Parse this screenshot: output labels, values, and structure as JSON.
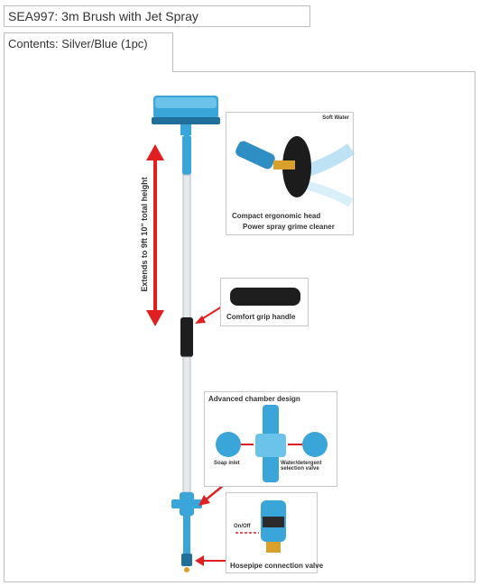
{
  "header": {
    "title": "SEA997: 3m Brush with Jet Spray",
    "contents": "Contents: Silver/Blue (1pc)"
  },
  "annotations": {
    "extends": "Extends to 9ft 10\" total height",
    "head_corner": "Soft Water",
    "head_line1": "Compact ergonomic head",
    "head_line2": "Power spray grime cleaner",
    "grip": "Comfort grip handle",
    "chamber_title": "Advanced chamber design",
    "soap_inlet": "Soap inlet",
    "selector_valve": "Water/detergent selection valve",
    "onoff": "On/Off",
    "hose_valve": "Hosepipe connection valve"
  },
  "colors": {
    "accent_blue": "#3aa5d8",
    "arrow_red": "#e02020",
    "handle_black": "#1e1e1e",
    "pole_silver": "#e6e9ec"
  }
}
